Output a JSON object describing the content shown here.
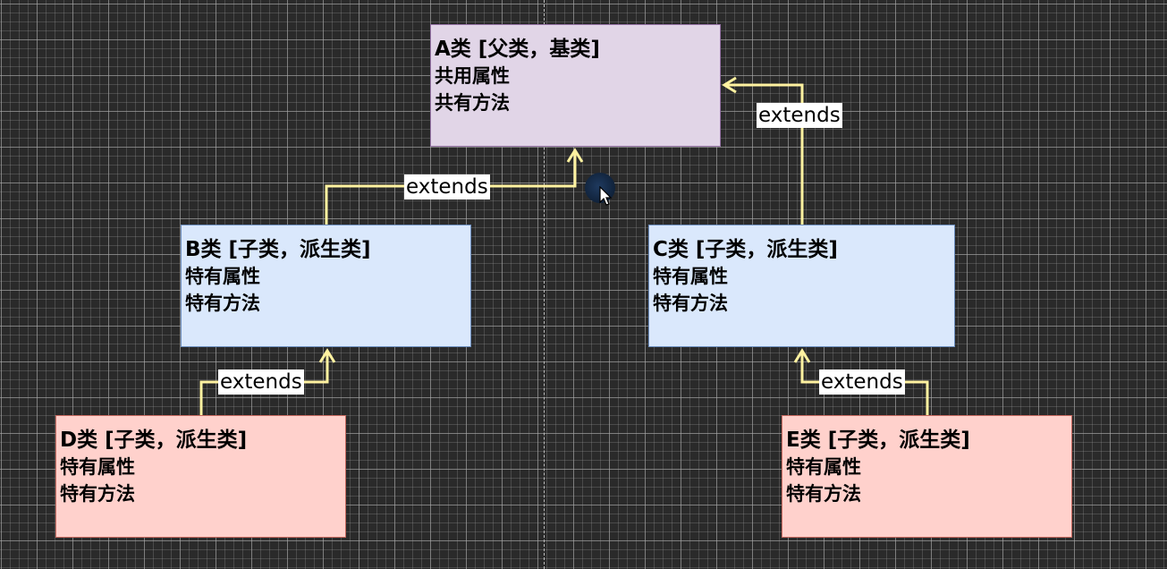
{
  "colors": {
    "canvas_background": "#2a2a2a",
    "connector": "#fff2a0",
    "parent_fill": "#e1d5e7",
    "parent_border": "#9673a6",
    "child_fill": "#dae8fc",
    "child_border": "#6c8ebf",
    "grandchild_fill": "#ffd1cc",
    "grandchild_border": "#c96a60"
  },
  "nodes": {
    "a": {
      "title": "A类 [父类，基类]",
      "line1": "共用属性",
      "line2": "共有方法"
    },
    "b": {
      "title": "B类 [子类，派生类]",
      "line1": "特有属性",
      "line2": "特有方法"
    },
    "c": {
      "title": "C类 [子类，派生类]",
      "line1": "特有属性",
      "line2": "特有方法"
    },
    "d": {
      "title": "D类 [子类，派生类]",
      "line1": "特有属性",
      "line2": "特有方法"
    },
    "e": {
      "title": "E类 [子类，派生类]",
      "line1": "特有属性",
      "line2": "特有方法"
    }
  },
  "edges": [
    {
      "from": "b",
      "to": "a",
      "label": "extends"
    },
    {
      "from": "c",
      "to": "a",
      "label": "extends"
    },
    {
      "from": "d",
      "to": "b",
      "label": "extends"
    },
    {
      "from": "e",
      "to": "c",
      "label": "extends"
    }
  ],
  "icons": {
    "cursor": "mouse-pointer-icon",
    "arrowhead": "open-arrowhead-icon"
  }
}
